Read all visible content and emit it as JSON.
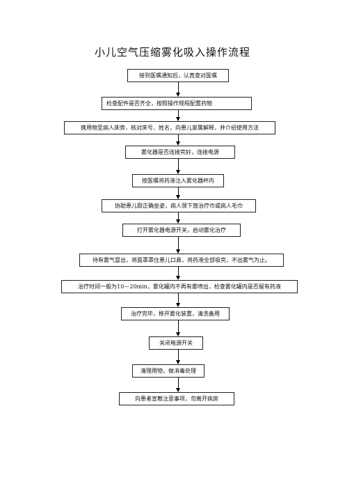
{
  "title": "小儿空气压缩雾化吸入操作流程",
  "steps": [
    "接到医嘱通知后，认真查对医嘱",
    "检查配件是否齐全，按照操作规程配置药物",
    "携用物至病人床旁，核对床号、姓名，向患儿家属解释，并介绍使用方法",
    "雾化器是否连接完好，连接电源",
    "按医嘱将药液注入雾化器杯内",
    "协助患儿取正确坐姿，病人颈下放治疗巾或病人毛巾",
    "打开雾化器电源开关，启动雾化治疗",
    "待有雾气冒出，将面罩罩住患儿口鼻，将药液全部吸完，不出雾气为止。",
    "治疗时间一般为10－20min，雾化罐内不再有雾喷出，检查雾化罐内是否留有药液",
    "治疗完毕，移开雾化装置，清洗备用",
    "关闭电源开关",
    "清理用物，做消毒处理",
    "向患者宣教注意事项，勿离开病房"
  ]
}
